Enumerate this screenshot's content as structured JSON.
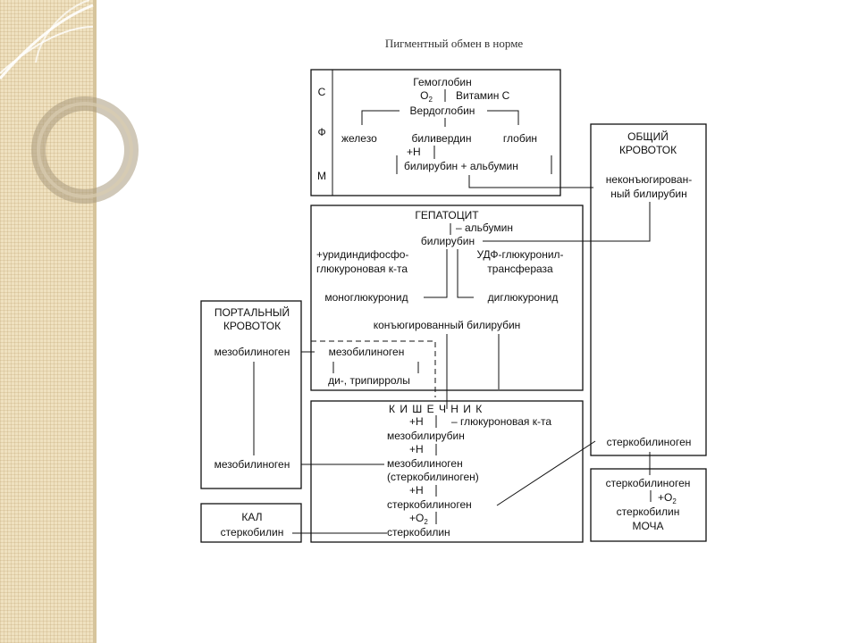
{
  "title": "Пигментный обмен в норме",
  "sfm_block": {
    "letters": [
      "С",
      "Ф",
      "М"
    ],
    "hemoglobin": "Гемоглобин",
    "o2": "O",
    "o2_sub": "2",
    "vitamin_c": "Витамин С",
    "verdoglobin": "Вердоглобин",
    "iron": "железо",
    "biliverdin": "биливердин",
    "globin": "глобин",
    "plus_h": "+Н",
    "bilirubin_albumin": "билирубин + альбумин"
  },
  "general_blood": {
    "title_line1": "ОБЩИЙ",
    "title_line2": "КРОВОТОК",
    "unconj_line1": "неконъюгирован-",
    "unconj_line2": "ный билирубин",
    "stercobilinogen": "стеркобилиноген"
  },
  "hepatocyte": {
    "title": "ГЕПАТОЦИТ",
    "minus_albumin": "– альбумин",
    "bilirubin": "билирубин",
    "udp_line1": "+уридиндифосфо-",
    "udp_line2": "глюкуроновая к-та",
    "enzyme_line1": "УДФ-глюкуронил-",
    "enzyme_line2": "трансфераза",
    "monoglucuronide": "моноглюкуронид",
    "diglucuronide": "диглюкуронид",
    "conjugated": "конъюгированный билирубин",
    "mesobilinogen": "мезобилиноген",
    "di_tripyrroles": "ди-, трипирролы"
  },
  "portal": {
    "title_line1": "ПОРТАЛЬНЫЙ",
    "title_line2": "КРОВОТОК",
    "mesobilinogen_top": "мезобилиноген",
    "mesobilinogen_bottom": "мезобилиноген"
  },
  "intestine": {
    "title": "К И Ш Е Ч Н И К",
    "plus_h_1": "+Н",
    "minus_glucuronic": "– глюкуроновая к-та",
    "mesobilirubin": "мезобилирубин",
    "plus_h_2": "+Н",
    "mesobilinogen": "мезобилиноген",
    "stercobilinogen_paren": "(стеркобилиноген)",
    "plus_h_3": "+Н",
    "stercobilinogen": "стеркобилиноген",
    "plus_o2": "+O",
    "plus_o2_sub": "2",
    "stercobilin": "стеркобилин"
  },
  "feces": {
    "title": "КАЛ",
    "stercobilin": "стеркобилин"
  },
  "urine": {
    "stercobilinogen": "стеркобилиноген",
    "plus_o2": "+O",
    "plus_o2_sub": "2",
    "stercobilin": "стеркобилин",
    "title": "МОЧА"
  }
}
